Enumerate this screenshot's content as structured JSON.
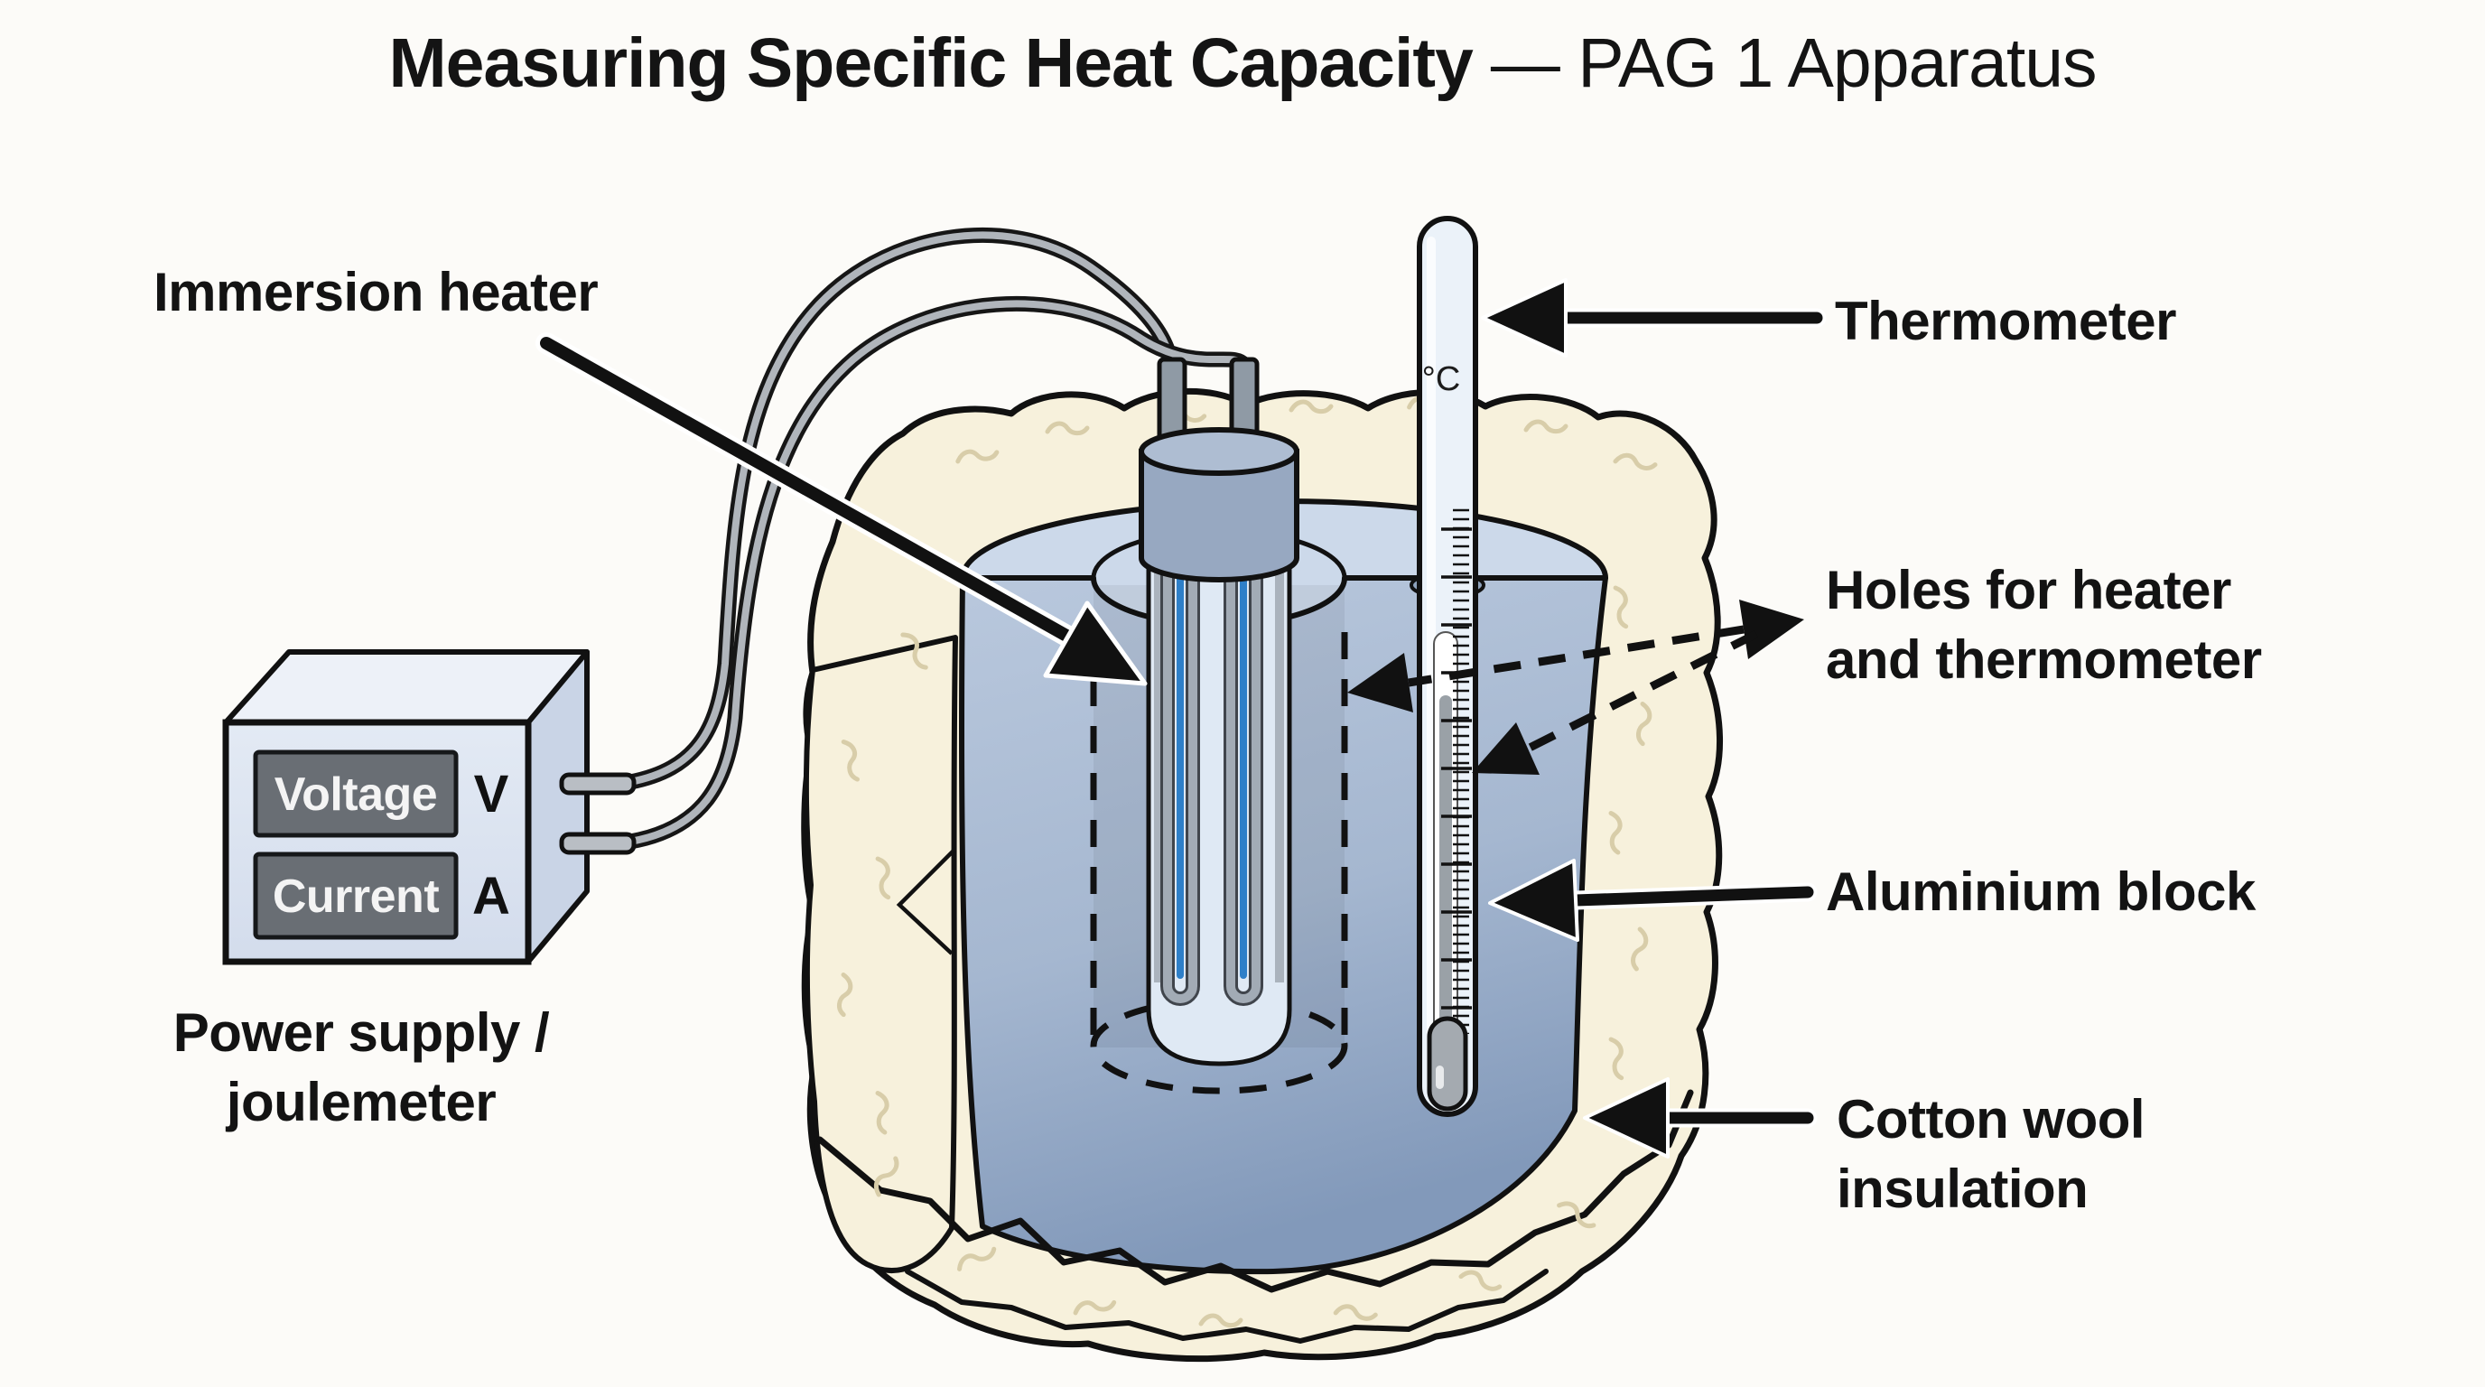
{
  "title": {
    "main": "Measuring Specific Heat Capacity",
    "suffix": "— PAG 1 Apparatus"
  },
  "labels": {
    "immersion_heater": "Immersion heater",
    "thermometer": "Thermometer",
    "holes_line1": "Holes for heater",
    "holes_line2": "and thermometer",
    "aluminium_block": "Aluminium block",
    "cotton_wool_line1": "Cotton wool",
    "cotton_wool_line2": "insulation",
    "power_supply_line1": "Power supply /",
    "power_supply_line2": "joulemeter"
  },
  "meter": {
    "voltage_label": "Voltage",
    "voltage_unit": "V",
    "current_label": "Current",
    "current_unit": "A"
  },
  "thermometer": {
    "unit": "°C"
  },
  "colors": {
    "outline_black": "#111111",
    "cotton_cream": "#f7f1dc",
    "cotton_squiggle": "#d8cda9",
    "block_front_blue": "#a9bcd6",
    "block_top_blue": "#ccd9ea",
    "element_blue": "#2e7fc8",
    "mercury_grey": "#9aa1a7",
    "display_grey": "#696e74",
    "cable_grey": "#b0b5bb"
  }
}
